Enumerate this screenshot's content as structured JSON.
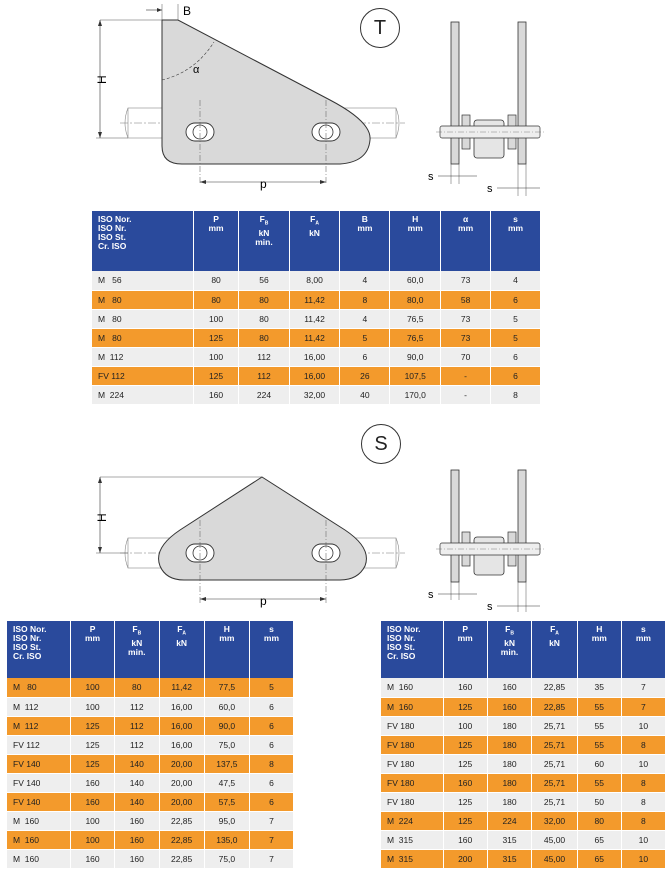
{
  "labels": {
    "T": "T",
    "S": "S",
    "B": "B",
    "H": "H",
    "p": "p",
    "s": "s",
    "alpha": "α"
  },
  "tableT": {
    "headers": [
      {
        "main": "ISO Nor.\nISO Nr.\nISO St.\nCr. ISO"
      },
      {
        "main": "P",
        "unit": "mm"
      },
      {
        "main": "F",
        "subscript": "B",
        "unit": "kN",
        "extra": "min."
      },
      {
        "main": "F",
        "subscript": "A",
        "unit": "kN"
      },
      {
        "main": "B",
        "unit": "mm"
      },
      {
        "main": "H",
        "unit": "mm"
      },
      {
        "main": "α",
        "unit": "mm"
      },
      {
        "main": "s",
        "unit": "mm"
      }
    ],
    "rows": [
      {
        "style": "w",
        "cells": [
          "M   56",
          "80",
          "56",
          "8,00",
          "4",
          "60,0",
          "73",
          "4"
        ]
      },
      {
        "style": "o",
        "cells": [
          "M   80",
          "80",
          "80",
          "11,42",
          "8",
          "80,0",
          "58",
          "6"
        ]
      },
      {
        "style": "w",
        "cells": [
          "M   80",
          "100",
          "80",
          "11,42",
          "4",
          "76,5",
          "73",
          "5"
        ]
      },
      {
        "style": "o",
        "cells": [
          "M   80",
          "125",
          "80",
          "11,42",
          "5",
          "76,5",
          "73",
          "5"
        ]
      },
      {
        "style": "w",
        "cells": [
          "M  112",
          "100",
          "112",
          "16,00",
          "6",
          "90,0",
          "70",
          "6"
        ]
      },
      {
        "style": "o",
        "cells": [
          "FV 112",
          "125",
          "112",
          "16,00",
          "26",
          "107,5",
          "-",
          "6"
        ]
      },
      {
        "style": "w",
        "cells": [
          "M  224",
          "160",
          "224",
          "32,00",
          "40",
          "170,0",
          "-",
          "8"
        ]
      }
    ]
  },
  "tableS1": {
    "headers": [
      {
        "main": "ISO Nor.\nISO Nr.\nISO St.\nCr. ISO"
      },
      {
        "main": "P",
        "unit": "mm"
      },
      {
        "main": "F",
        "subscript": "B",
        "unit": "kN",
        "extra": "min."
      },
      {
        "main": "F",
        "subscript": "A",
        "unit": "kN"
      },
      {
        "main": "H",
        "unit": "mm"
      },
      {
        "main": "s",
        "unit": "mm"
      }
    ],
    "rows": [
      {
        "style": "o",
        "cells": [
          "M   80",
          "100",
          "80",
          "11,42",
          "77,5",
          "5"
        ]
      },
      {
        "style": "w",
        "cells": [
          "M  112",
          "100",
          "112",
          "16,00",
          "60,0",
          "6"
        ]
      },
      {
        "style": "o",
        "cells": [
          "M  112",
          "125",
          "112",
          "16,00",
          "90,0",
          "6"
        ]
      },
      {
        "style": "w",
        "cells": [
          "FV 112",
          "125",
          "112",
          "16,00",
          "75,0",
          "6"
        ]
      },
      {
        "style": "o",
        "cells": [
          "FV 140",
          "125",
          "140",
          "20,00",
          "137,5",
          "8"
        ]
      },
      {
        "style": "w",
        "cells": [
          "FV 140",
          "160",
          "140",
          "20,00",
          "47,5",
          "6"
        ]
      },
      {
        "style": "o",
        "cells": [
          "FV 140",
          "160",
          "140",
          "20,00",
          "57,5",
          "6"
        ]
      },
      {
        "style": "w",
        "cells": [
          "M  160",
          "100",
          "160",
          "22,85",
          "95,0",
          "7"
        ]
      },
      {
        "style": "o",
        "cells": [
          "M  160",
          "100",
          "160",
          "22,85",
          "135,0",
          "7"
        ]
      },
      {
        "style": "w",
        "cells": [
          "M  160",
          "160",
          "160",
          "22,85",
          "75,0",
          "7"
        ]
      }
    ]
  },
  "tableS2": {
    "headers": [
      {
        "main": "ISO Nor.\nISO Nr.\nISO St.\nCr. ISO"
      },
      {
        "main": "P",
        "unit": "mm"
      },
      {
        "main": "F",
        "subscript": "B",
        "unit": "kN",
        "extra": "min."
      },
      {
        "main": "F",
        "subscript": "A",
        "unit": "kN"
      },
      {
        "main": "H",
        "unit": "mm"
      },
      {
        "main": "s",
        "unit": "mm"
      }
    ],
    "rows": [
      {
        "style": "w",
        "cells": [
          "M  160",
          "160",
          "160",
          "22,85",
          "35",
          "7"
        ]
      },
      {
        "style": "o",
        "cells": [
          "M  160",
          "125",
          "160",
          "22,85",
          "55",
          "7"
        ]
      },
      {
        "style": "w",
        "cells": [
          "FV 180",
          "100",
          "180",
          "25,71",
          "55",
          "10"
        ]
      },
      {
        "style": "o",
        "cells": [
          "FV 180",
          "125",
          "180",
          "25,71",
          "55",
          "8"
        ]
      },
      {
        "style": "w",
        "cells": [
          "FV 180",
          "125",
          "180",
          "25,71",
          "60",
          "10"
        ]
      },
      {
        "style": "o",
        "cells": [
          "FV 180",
          "160",
          "180",
          "25,71",
          "55",
          "8"
        ]
      },
      {
        "style": "w",
        "cells": [
          "FV 180",
          "125",
          "180",
          "25,71",
          "50",
          "8"
        ]
      },
      {
        "style": "o",
        "cells": [
          "M  224",
          "125",
          "224",
          "32,00",
          "80",
          "8"
        ]
      },
      {
        "style": "w",
        "cells": [
          "M  315",
          "160",
          "315",
          "45,00",
          "65",
          "10"
        ]
      },
      {
        "style": "o",
        "cells": [
          "M  315",
          "200",
          "315",
          "45,00",
          "65",
          "10"
        ]
      }
    ]
  }
}
